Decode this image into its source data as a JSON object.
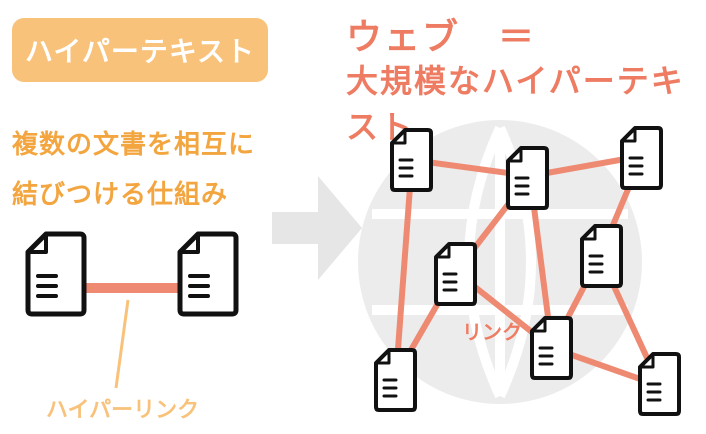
{
  "left": {
    "badge": "ハイパーテキスト",
    "desc_line1": "複数の文書を相互に",
    "desc_line2": "結びつける仕組み",
    "hyperlink_label": "ハイパーリンク"
  },
  "right": {
    "title_line1": "ウェブ　＝",
    "title_line2": "大規模なハイパーテキスト",
    "link_label": "リンク"
  },
  "colors": {
    "badge_bg": "#f8c27a",
    "accent_orange": "#f3a540",
    "link_salmon": "#ee7c63",
    "globe_gray": "#e8e8e8",
    "doc_stroke": "#111111"
  },
  "icons": [
    "document-icon",
    "arrow-right-icon",
    "globe-icon"
  ]
}
